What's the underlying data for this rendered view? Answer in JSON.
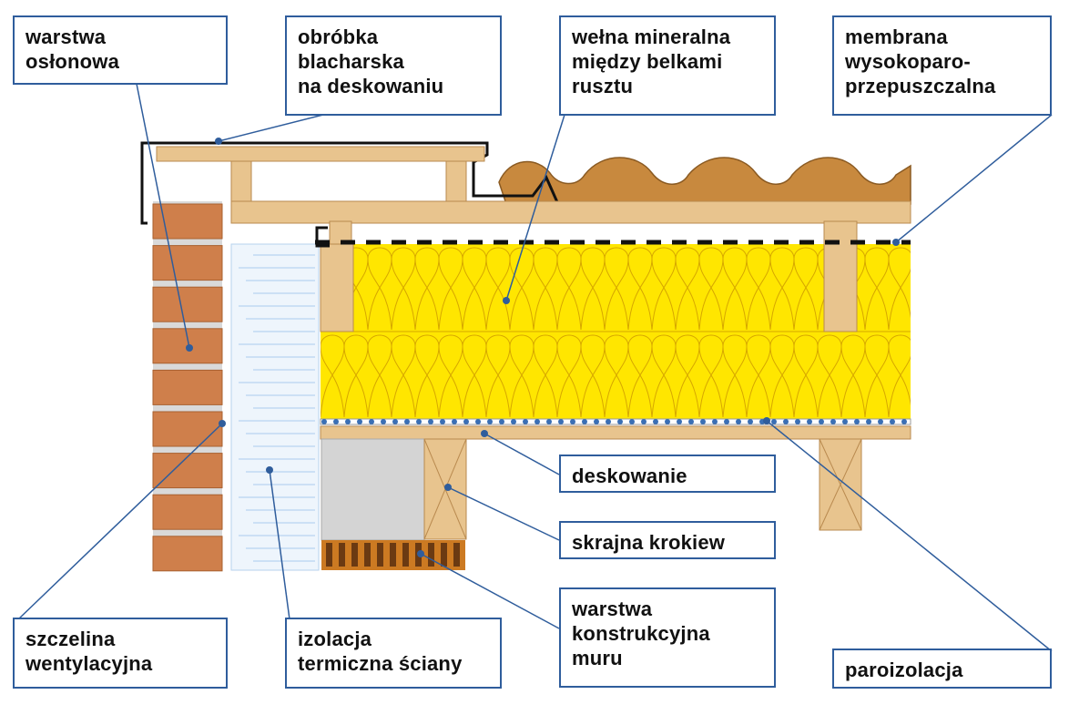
{
  "diagram": {
    "labels": {
      "outer_layer": [
        "warstwa",
        "osłonowa"
      ],
      "flashing": [
        "obróbka",
        "blacharska",
        "na deskowaniu"
      ],
      "mineral_wool": [
        "wełna mineralna",
        "między belkami",
        "rusztu"
      ],
      "membrane": [
        "membrana",
        "wysokoparo-",
        "przepuszczalna"
      ],
      "boarding": [
        "deskowanie"
      ],
      "edge_rafter": [
        "skrajna krokiew"
      ],
      "structural_wall": [
        "warstwa",
        "konstrukcyjna",
        "muru"
      ],
      "vapour_barrier": [
        "paroizolacja"
      ],
      "ventilation_gap": [
        "szczelina",
        "wentylacyjna"
      ],
      "wall_insulation": [
        "izolacja",
        "termiczna ściany"
      ]
    },
    "colors": {
      "label_border": "#2f5d9c",
      "leader_line": "#2f5d9c",
      "brick": "#cf7f4b",
      "mortar": "#d9d9d9",
      "timber": "#e8c48e",
      "timber_edge": "#b98a4f",
      "wool": "#ffe600",
      "wool_pattern": "#d6a700",
      "roof_tile": "#c8893e",
      "wall_insulation": "#eef5fc",
      "structural_wall": "#cc7a22",
      "grey_block": "#d4d4d4",
      "membrane": "#111111",
      "vapour_barrier_dots": "#3a6fb5"
    }
  }
}
